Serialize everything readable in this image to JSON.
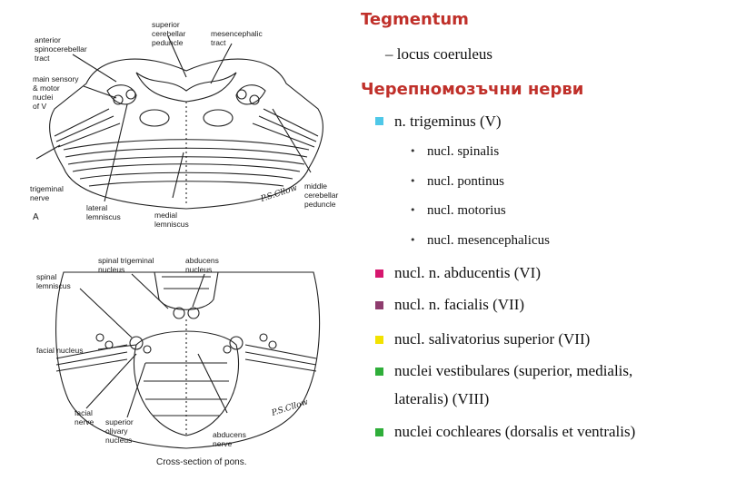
{
  "colors": {
    "heading": "#c0302a",
    "bullet_cyan": "#4fc8e8",
    "bullet_magenta": "#d6176e",
    "bullet_purple": "#8e3c6e",
    "bullet_yellow": "#f2e200",
    "bullet_green": "#2fae3a"
  },
  "figure_a": {
    "labels": {
      "superior_cerebellar_peduncle_1": "superior",
      "superior_cerebellar_peduncle_2": "cerebellar",
      "superior_cerebellar_peduncle_3": "peduncle",
      "mesencephalic_tract_1": "mesencephalic",
      "mesencephalic_tract_2": "tract",
      "anterior_spinocerebellar_1": "anterior",
      "anterior_spinocerebellar_2": "spinocerebellar",
      "anterior_spinocerebellar_3": "tract",
      "main_sensory_1": "main sensory",
      "main_sensory_2": "& motor",
      "main_sensory_3": "nuclei",
      "main_sensory_4": "of V",
      "trigeminal_nerve_1": "trigeminal",
      "trigeminal_nerve_2": "nerve",
      "lateral_lemniscus_1": "lateral",
      "lateral_lemniscus_2": "lemniscus",
      "medial_lemniscus_1": "medial",
      "medial_lemniscus_2": "lemniscus",
      "middle_cerebellar_1": "middle",
      "middle_cerebellar_2": "cerebellar",
      "middle_cerebellar_3": "peduncle",
      "panel_letter": "A",
      "signature": "P.S.Cllow"
    }
  },
  "figure_b": {
    "labels": {
      "spinal_trigeminal_nucleus_1": "spinal trigeminal",
      "spinal_trigeminal_nucleus_2": "nucleus",
      "abducens_nucleus_1": "abducens",
      "abducens_nucleus_2": "nucleus",
      "spinal_lemniscus_1": "spinal",
      "spinal_lemniscus_2": "lemniscus",
      "facial_nucleus": "facial nucleus",
      "facial_nerve_1": "facial",
      "facial_nerve_2": "nerve",
      "superior_olivary_1": "superior",
      "superior_olivary_2": "olivary",
      "superior_olivary_3": "nucleus",
      "abducens_nerve_1": "abducens",
      "abducens_nerve_2": "nerve",
      "caption": "Cross-section of pons.",
      "signature": "P.S.Cllow"
    }
  },
  "text": {
    "heading1": "Tegmentum",
    "dash_item": "–  locus coeruleus",
    "heading2": "Черепномозъчни нерви",
    "trigeminus": "n. trigeminus (V)",
    "sub1": "nucl. spinalis",
    "sub2": "nucl. pontinus",
    "sub3": "nucl. motorius",
    "sub4": "nucl. mesencephalicus",
    "abducentis": "nucl. n. abducentis (VI)",
    "facialis": "nucl. n. facialis (VII)",
    "salivatorius": "nucl. salivatorius superior (VII)",
    "vestibulares1": "nuclei vestibulares (superior, medialis,",
    "vestibulares2": "lateralis) (VIII)",
    "cochleares": "nuclei cochleares (dorsalis et ventralis)"
  }
}
